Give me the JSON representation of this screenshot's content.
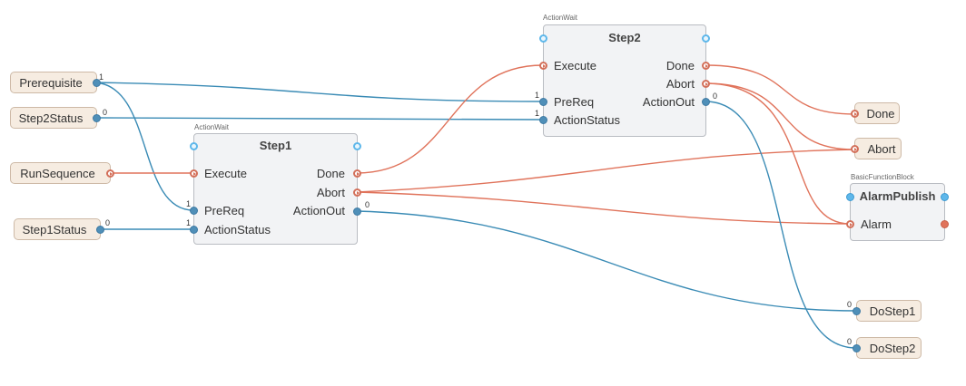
{
  "inputs": {
    "prerequisite": "Prerequisite",
    "step2status": "Step2Status",
    "runsequence": "RunSequence",
    "step1status": "Step1Status"
  },
  "outputs": {
    "done": "Done",
    "abort": "Abort",
    "dostep1": "DoStep1",
    "dostep2": "DoStep2"
  },
  "step1": {
    "type": "ActionWait",
    "title": "Step1",
    "ports": {
      "execute": "Execute",
      "prereq": "PreReq",
      "actionstatus": "ActionStatus",
      "done": "Done",
      "abort": "Abort",
      "actionout": "ActionOut"
    }
  },
  "step2": {
    "type": "ActionWait",
    "title": "Step2",
    "ports": {
      "execute": "Execute",
      "prereq": "PreReq",
      "actionstatus": "ActionStatus",
      "done": "Done",
      "abort": "Abort",
      "actionout": "ActionOut"
    }
  },
  "alarm_block": {
    "type": "BasicFunctionBlock",
    "title": "AlarmPublish",
    "ports": {
      "alarm": "Alarm"
    }
  },
  "values": {
    "prerequisite": "1",
    "step2status": "0",
    "step1status": "0",
    "step1_prereq": "1",
    "step1_actionstatus": "1",
    "step1_actionout": "0",
    "step2_prereq": "1",
    "step2_actionstatus": "1",
    "step2_actionout": "0",
    "dostep1": "0",
    "dostep2": "0"
  },
  "colors": {
    "data_wire": "#3a8bb5",
    "event_wire": "#e0735b"
  }
}
